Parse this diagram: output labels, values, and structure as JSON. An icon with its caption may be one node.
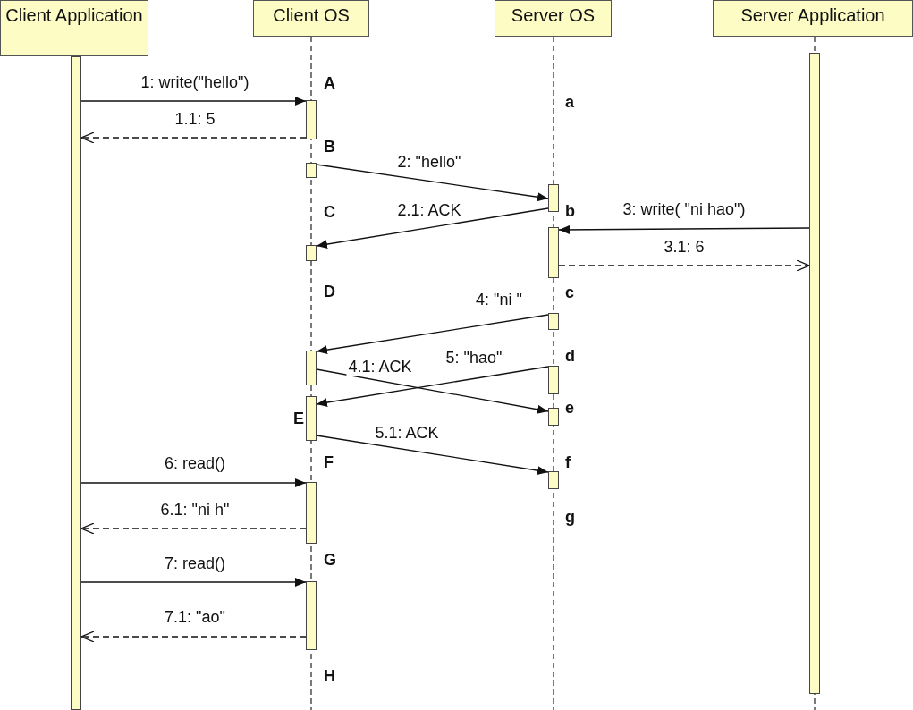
{
  "diagram": {
    "nodes": [
      {
        "text": [
          "Client Application"
        ]
      },
      {
        "text": [
          "Client OS"
        ]
      },
      {
        "text": [
          "Server OS"
        ]
      },
      {
        "text": [
          "Server Application"
        ]
      },
      {
        "text": [],
        "shape": "bar"
      },
      {
        "text": [],
        "shape": "bar"
      },
      {
        "text": [],
        "shape": "bar"
      },
      {
        "text": [],
        "shape": "bar"
      },
      {
        "text": [],
        "shape": "bar"
      },
      {
        "text": [],
        "shape": "bar"
      },
      {
        "text": [],
        "shape": "bar"
      },
      {
        "text": [],
        "shape": "bar"
      },
      {
        "text": [],
        "shape": "bar"
      },
      {
        "text": [],
        "shape": "bar"
      },
      {
        "text": [],
        "shape": "bar"
      },
      {
        "text": [],
        "shape": "bar"
      },
      {
        "text": [],
        "shape": "bar"
      },
      {
        "text": [],
        "shape": "bar"
      },
      {
        "text": [],
        "shape": "bar"
      }
    ],
    "edges": [
      {
        "from": 4,
        "to": 5,
        "arrow": "to",
        "label": "1: write(\"hello\")"
      },
      {
        "from": 5,
        "to": 4,
        "arrow": "to",
        "label": "1.1: 5",
        "style": "dashed"
      },
      {
        "from": 6,
        "to": 12,
        "arrow": "to",
        "label": "2: \"hello\""
      },
      {
        "from": 12,
        "to": 7,
        "arrow": "to",
        "label": "2.1: ACK"
      },
      {
        "from": 18,
        "to": 13,
        "arrow": "to",
        "label": "3: write( \"ni hao\")"
      },
      {
        "from": 13,
        "to": 18,
        "arrow": "to",
        "label": "3.1: 6",
        "style": "dashed"
      },
      {
        "from": 14,
        "to": 8,
        "arrow": "to",
        "label": "4: \"ni \""
      },
      {
        "from": 15,
        "to": 9,
        "arrow": "to",
        "label": "5: \"hao\""
      },
      {
        "from": 8,
        "to": 16,
        "arrow": "to",
        "label": "4.1: ACK"
      },
      {
        "from": 9,
        "to": 17,
        "arrow": "to",
        "label": "5.1: ACK"
      },
      {
        "from": 4,
        "to": 10,
        "arrow": "to",
        "label": "6: read()"
      },
      {
        "from": 10,
        "to": 4,
        "arrow": "to",
        "label": "6.1: \"ni h\"",
        "style": "dashed"
      },
      {
        "from": 4,
        "to": 11,
        "arrow": "to",
        "label": "7: read()"
      },
      {
        "from": 11,
        "to": 4,
        "arrow": "to",
        "label": "7.1: \"ao\"",
        "style": "dashed"
      }
    ],
    "labels": [
      "A",
      "a",
      "B",
      "C",
      "b",
      "D",
      "c",
      "d",
      "E",
      "e",
      "F",
      "f",
      "g",
      "G",
      "H"
    ]
  }
}
